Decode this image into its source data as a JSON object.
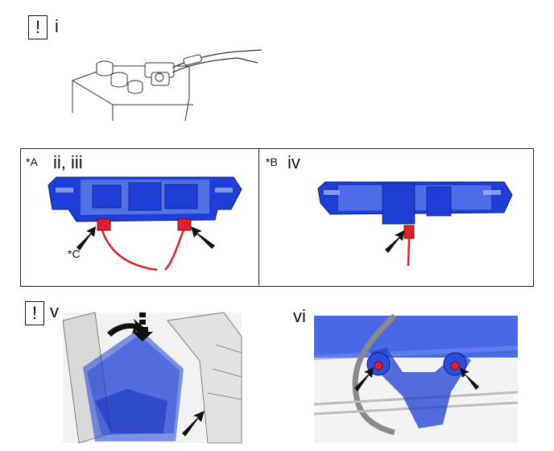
{
  "step1": {
    "warning_symbol": "!",
    "label": "i"
  },
  "panel_a": {
    "tag": "*A",
    "label": "ii, iii",
    "callout": "*C"
  },
  "panel_b": {
    "tag": "*B",
    "label": "iv"
  },
  "step5": {
    "warning_symbol": "!",
    "label": "v"
  },
  "step6": {
    "label": "vi"
  },
  "colors": {
    "part_blue": "#1e3fd6",
    "part_blue_light": "#6f8cf0",
    "connector_red": "#e0202a",
    "line": "#222222"
  }
}
